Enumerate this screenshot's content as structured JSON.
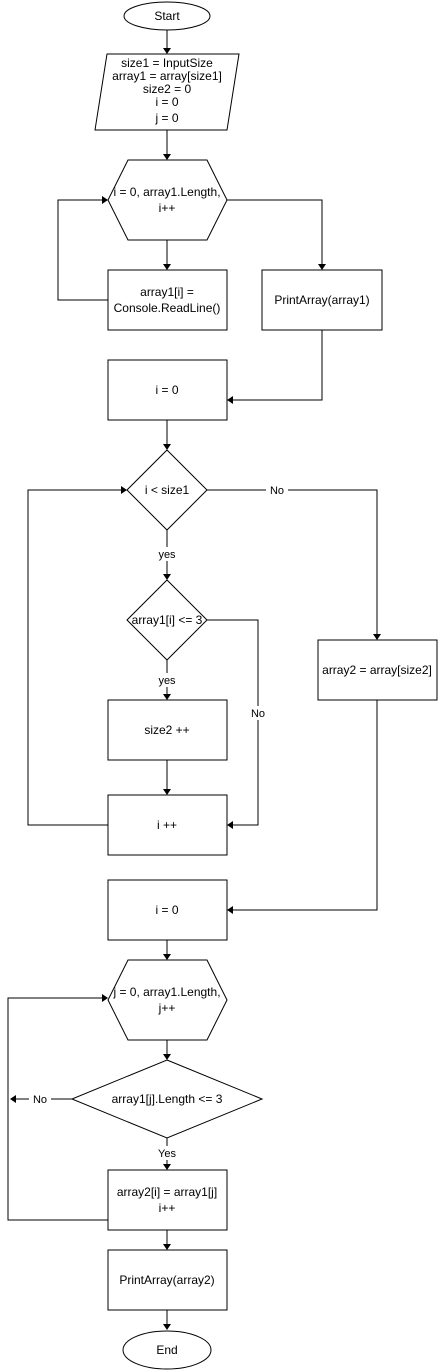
{
  "nodes": {
    "start": "Start",
    "init": [
      "size1 = InputSize",
      "array1 = array[size1]",
      "size2 = 0",
      "i = 0",
      "j = 0"
    ],
    "loop1": [
      "i = 0, array1.Length,",
      "i++"
    ],
    "read": [
      "array1[i] =",
      "Console.ReadLine()"
    ],
    "print1": "PrintArray(array1)",
    "reset1": "i = 0",
    "cond_i": "i < size1",
    "cond_le3": "array1[i] <= 3",
    "inc_size2": "size2 ++",
    "inc_i": "i ++",
    "new_array2": "array2 = array[size2]",
    "reset2": "i = 0",
    "loop2": [
      "j = 0, array1.Length,",
      "j++"
    ],
    "cond_len": "array1[j].Length <= 3",
    "assign": [
      "array2[i] = array1[j]",
      "i++"
    ],
    "print2": "PrintArray(array2)",
    "end": "End"
  },
  "edge_labels": {
    "no_1": "No",
    "yes_1": "yes",
    "yes_2": "yes",
    "no_2": "No",
    "no_3": "No",
    "yes_3": "Yes"
  }
}
